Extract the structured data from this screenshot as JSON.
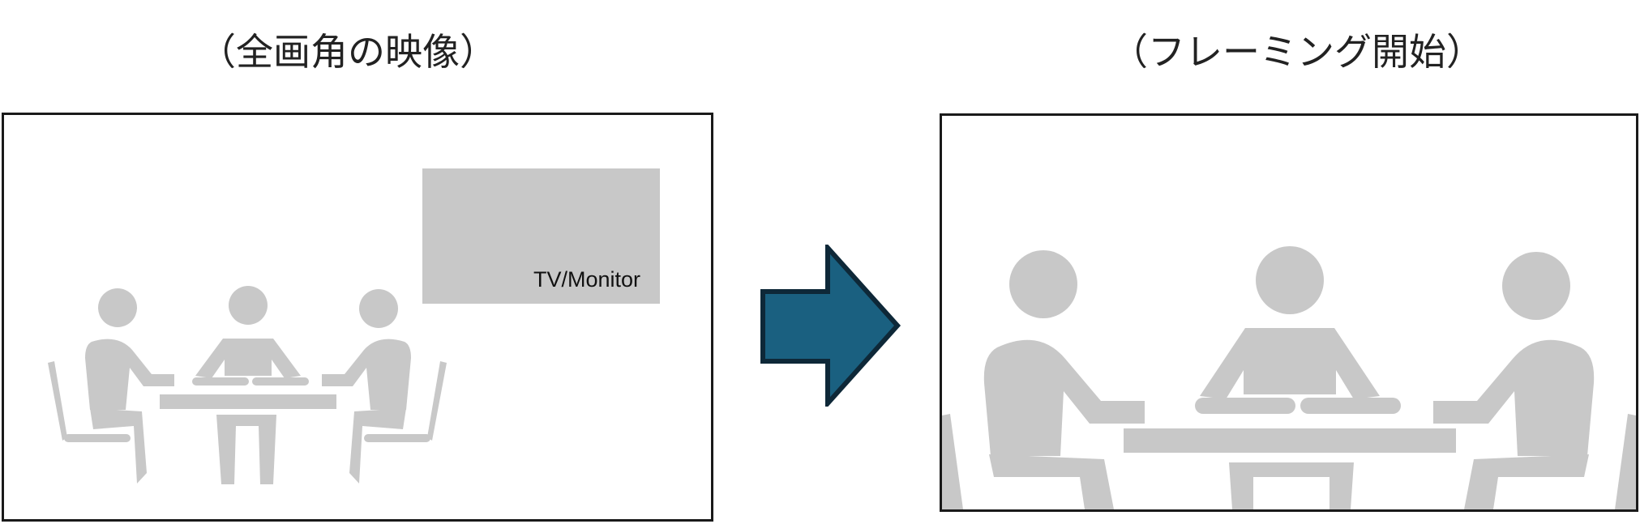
{
  "captions": {
    "full_view": "（全画角の映像）",
    "framing_start": "（フレーミング開始）"
  },
  "monitor": {
    "label": "TV/Monitor"
  },
  "colors": {
    "figure_gray": "#c8c8c8",
    "arrow_fill": "#1a6080",
    "arrow_stroke": "#0e2838",
    "frame_border": "#1a1a1a"
  },
  "icons": {
    "arrow": "right-arrow-icon",
    "people": "meeting-people-icon"
  }
}
